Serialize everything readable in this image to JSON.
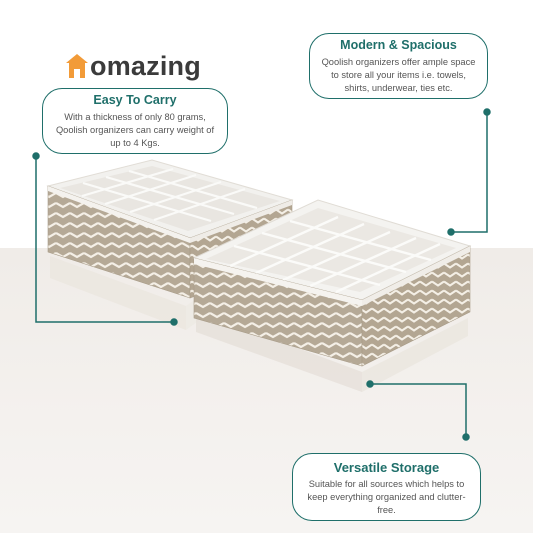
{
  "brand": {
    "logo_letter": "H",
    "logo_rest": "omazing",
    "accent_color": "#f29b38"
  },
  "callouts": {
    "carry": {
      "title": "Easy To Carry",
      "body": "With a thickness of only 80 grams, Qoolish organizers can carry weight of up to 4 Kgs."
    },
    "modern": {
      "title": "Modern & Spacious",
      "body": "Qoolish organizers offer ample space to store all your items i.e. towels, shirts, underwear, ties etc."
    },
    "versatile": {
      "title": "Versatile Storage",
      "body": "Suitable for all sources which helps to keep everything organized and clutter-free."
    }
  },
  "colors": {
    "teal": "#1f6f6a",
    "fabric": "#b5a996",
    "chevron": "#f4efe6",
    "lining": "#f7f6f3"
  },
  "product": {
    "item": "drawer-organizer",
    "count": 2,
    "pattern": "chevron"
  }
}
